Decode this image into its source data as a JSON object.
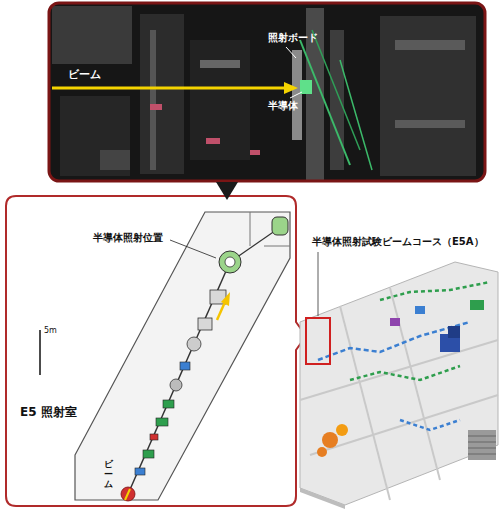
{
  "diagram": {
    "labels": [
      "照射ボード",
      "ビーム",
      "半導体",
      "半導体照射位置",
      "5m",
      "E5 照射室",
      "ビーム",
      "半導体照射試験ビームコース（E5A）"
    ]
  }
}
